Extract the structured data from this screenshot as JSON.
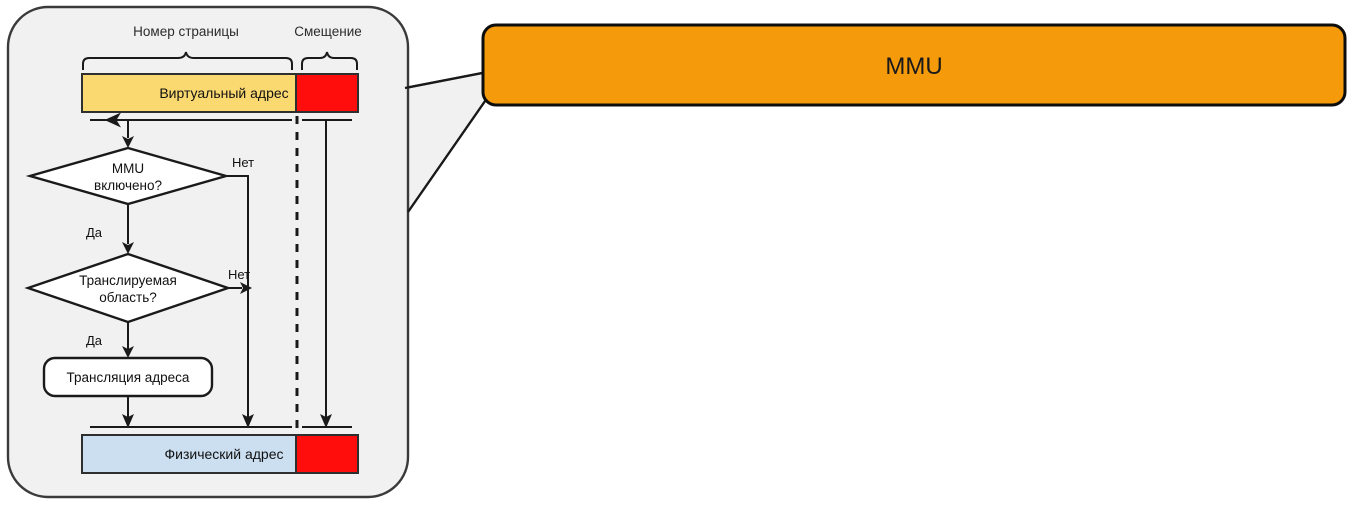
{
  "diagram": {
    "title": "MMU address translation flow",
    "colors": {
      "panel_fill": "#f1f1f1",
      "panel_stroke": "#3a3a3a",
      "virtual_page_fill": "#fbd971",
      "offset_fill": "#ff0d0d",
      "physical_page_fill": "#cbdff1",
      "mmu_fill": "#f59a0b",
      "mmu_stroke": "#0d0d0d",
      "node_fill": "#ffffff",
      "line": "#1a1a1a",
      "text": "#111111"
    },
    "bit_field_labels": {
      "page_number": "Номер страницы",
      "offset": "Смещение"
    },
    "bars": {
      "virtual_address": "Виртуальный адрес",
      "physical_address": "Физический адрес"
    },
    "nodes": [
      {
        "id": "decision-mmu-enabled",
        "shape": "diamond",
        "line1": "MMU",
        "line2": "включено?"
      },
      {
        "id": "decision-translatable-region",
        "shape": "diamond",
        "line1": "Транслируемая",
        "line2": "область?"
      },
      {
        "id": "process-address-translation",
        "shape": "rounded-rect",
        "label": "Трансляция адреса"
      }
    ],
    "edge_labels": {
      "no_1": "Нет",
      "yes_1": "Да",
      "no_2": "Нет",
      "yes_2": "Да"
    },
    "callout": {
      "target_label": "MMU"
    }
  }
}
